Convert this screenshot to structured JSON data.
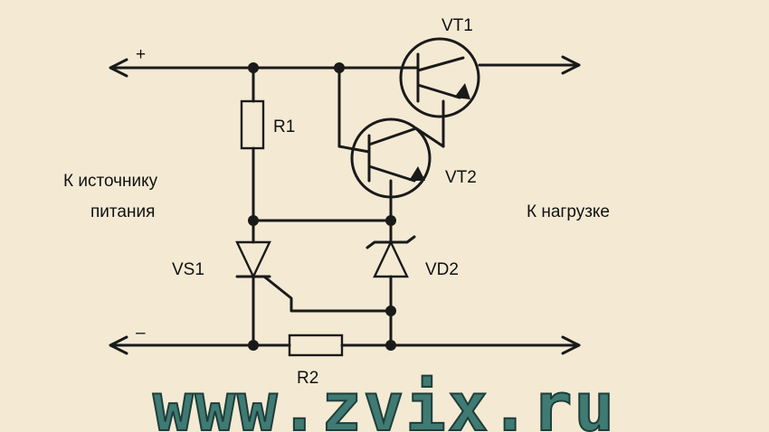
{
  "labels": {
    "plus": "+",
    "minus": "–",
    "r1": "R1",
    "r2": "R2",
    "vt1": "VT1",
    "vt2": "VT2",
    "vs1": "VS1",
    "vd2": "VD2",
    "source_line1": "К источнику",
    "source_line2": "питания",
    "load": "К нагрузке"
  },
  "watermark": "www.zvix.ru",
  "colors": {
    "background": "#f4ead4",
    "ink": "#1a1a1a",
    "watermark": "#3f7a73"
  }
}
